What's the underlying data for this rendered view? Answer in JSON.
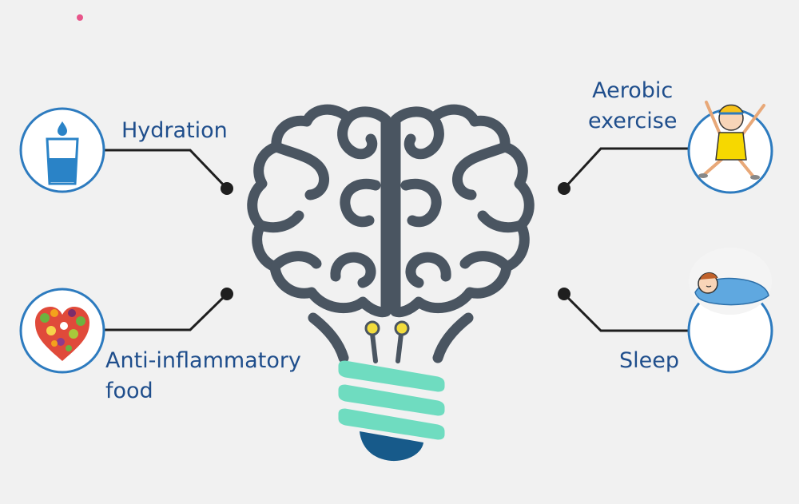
{
  "labels": {
    "hydration": "Hydration",
    "food_line1": "Anti-inflammatory",
    "food_line2": "food",
    "aerobic_line1": "Aerobic",
    "aerobic_line2": "exercise",
    "sleep": "Sleep"
  },
  "colors": {
    "background": "#f1f1f1",
    "text": "#1f4e8c",
    "brain_stroke": "#4a5561",
    "bulb_band": "#6fdcc0",
    "bulb_cap": "#175a8a",
    "filament": "#f2dc3c",
    "circle_stroke": "#2d7bbf",
    "water": "#2a83c7",
    "dot": "#e8558a"
  },
  "icons": {
    "hydration": "water-glass-icon",
    "food": "food-heart-icon",
    "aerobic": "exercising-girl-icon",
    "sleep": "sleeping-child-icon",
    "center": "brain-lightbulb-icon"
  }
}
